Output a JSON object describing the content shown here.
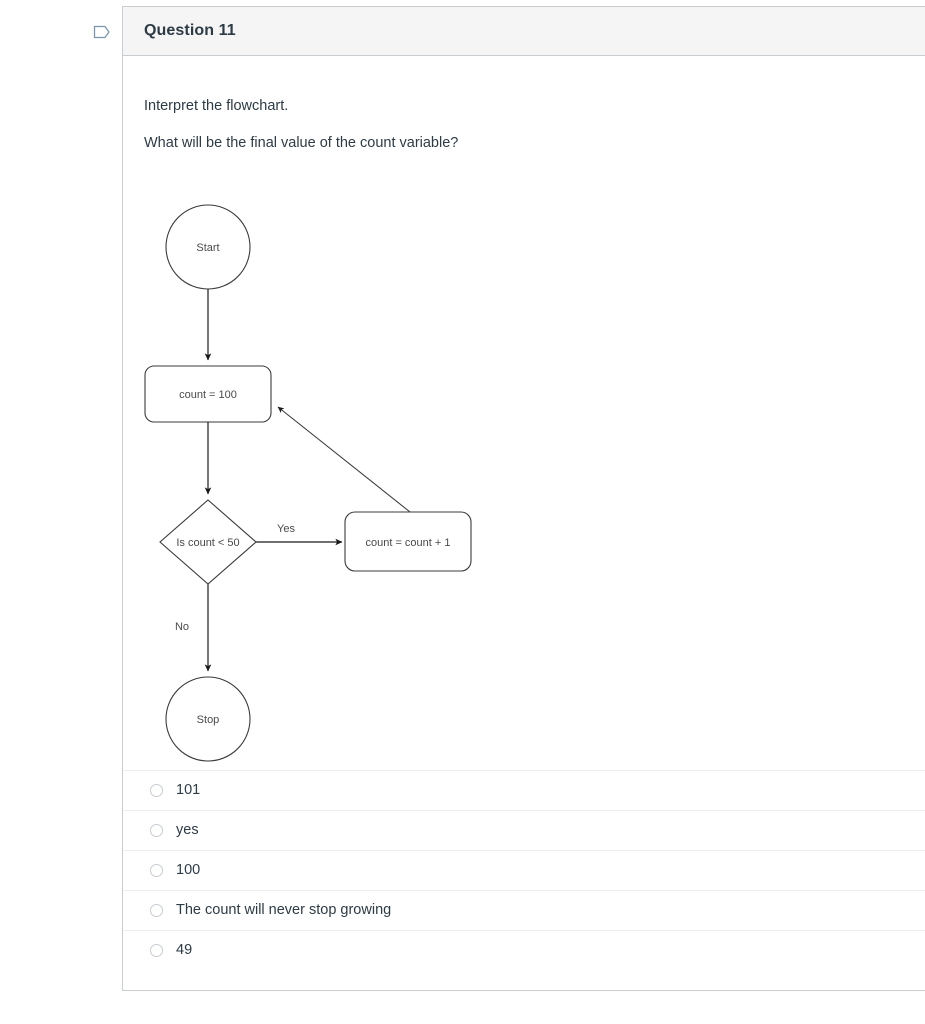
{
  "gutter": {
    "flag_icon": "bookmark-flag-icon",
    "flag_color": "#7b96ab"
  },
  "question": {
    "header_title": "Question 11",
    "prompt_line_1": "Interpret the flowchart.",
    "prompt_line_2": "What will be the final value of the count variable?"
  },
  "flowchart": {
    "nodes": {
      "start": "Start",
      "init": "count = 100",
      "decision": "Is count < 50",
      "increment": "count = count + 1",
      "stop": "Stop"
    },
    "edge_labels": {
      "yes": "Yes",
      "no": "No"
    },
    "stroke_color": "#3b3b3b",
    "text_color": "#4a4a4a"
  },
  "answers": {
    "options": [
      {
        "label": "101",
        "selected": false
      },
      {
        "label": "yes",
        "selected": false
      },
      {
        "label": "100",
        "selected": false
      },
      {
        "label": "The count will never stop growing",
        "selected": false
      },
      {
        "label": "49",
        "selected": false
      }
    ]
  },
  "colors": {
    "panel_border": "#c7cdd1",
    "header_bg": "#f5f5f5",
    "text": "#2d3b45",
    "separator": "#ebedee"
  }
}
